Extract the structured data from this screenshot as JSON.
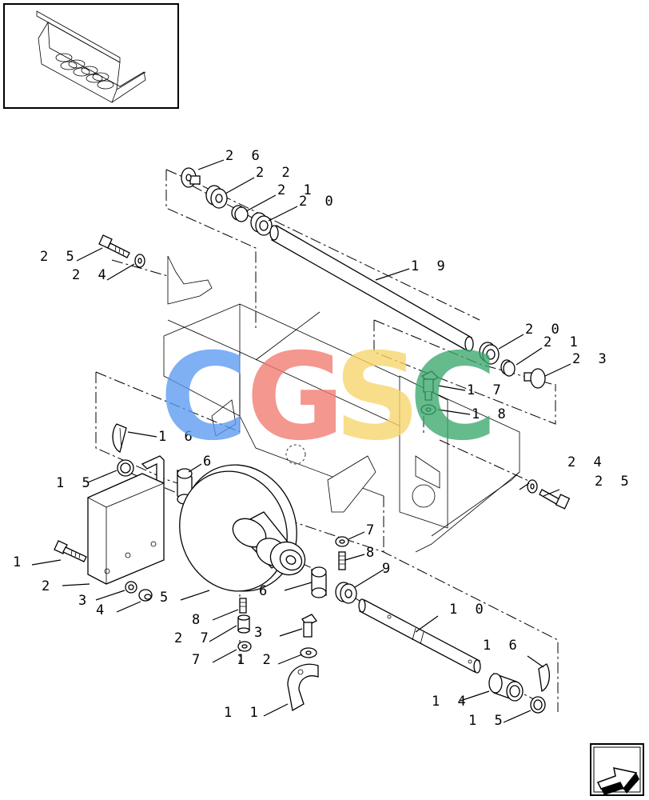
{
  "watermark": {
    "letters": [
      {
        "char": "C",
        "color": "#5a9bf0"
      },
      {
        "char": "G",
        "color": "#f07a70"
      },
      {
        "char": "S",
        "color": "#f7d66a"
      },
      {
        "char": "C",
        "color": "#3aa86c"
      }
    ]
  },
  "labels": [
    {
      "id": "l26a",
      "text": "2 6"
    },
    {
      "id": "l22",
      "text": "2 2"
    },
    {
      "id": "l21a",
      "text": "2 1"
    },
    {
      "id": "l20a",
      "text": "2 0"
    },
    {
      "id": "l25a",
      "text": "2 5"
    },
    {
      "id": "l24a",
      "text": "2 4"
    },
    {
      "id": "l19",
      "text": "1 9"
    },
    {
      "id": "l20b",
      "text": "2 0"
    },
    {
      "id": "l21b",
      "text": "2 1"
    },
    {
      "id": "l23",
      "text": "2 3"
    },
    {
      "id": "l17",
      "text": "1 7"
    },
    {
      "id": "l18",
      "text": "1 8"
    },
    {
      "id": "l16a",
      "text": "1 6"
    },
    {
      "id": "l15a",
      "text": "1 5"
    },
    {
      "id": "l6a",
      "text": "6"
    },
    {
      "id": "l1",
      "text": "1"
    },
    {
      "id": "l2",
      "text": "2"
    },
    {
      "id": "l3a",
      "text": "3"
    },
    {
      "id": "l4",
      "text": "4"
    },
    {
      "id": "l5",
      "text": "5"
    },
    {
      "id": "l7a",
      "text": "7"
    },
    {
      "id": "l8a",
      "text": "8"
    },
    {
      "id": "l9",
      "text": "9"
    },
    {
      "id": "l6b",
      "text": "6"
    },
    {
      "id": "l24b",
      "text": "2 4"
    },
    {
      "id": "l25b",
      "text": "2 5"
    },
    {
      "id": "l8b",
      "text": "8"
    },
    {
      "id": "l27",
      "text": "2 7"
    },
    {
      "id": "l7b",
      "text": "7"
    },
    {
      "id": "l3b",
      "text": "3"
    },
    {
      "id": "l12",
      "text": "1 2"
    },
    {
      "id": "l10",
      "text": "1 0"
    },
    {
      "id": "l16b",
      "text": "1 6"
    },
    {
      "id": "l14",
      "text": "1 4"
    },
    {
      "id": "l15b",
      "text": "1 5"
    },
    {
      "id": "l11",
      "text": "1 1"
    }
  ],
  "nav_icon": "next-page-arrow-icon"
}
